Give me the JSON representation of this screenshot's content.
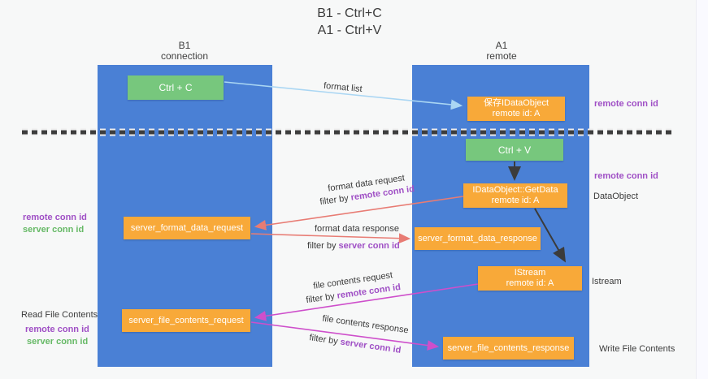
{
  "title": {
    "line1": "B1 - Ctrl+C",
    "line2": "A1 - Ctrl+V"
  },
  "lanes": {
    "left": {
      "name": "B1",
      "role": "connection"
    },
    "right": {
      "name": "A1",
      "role": "remote"
    }
  },
  "boxes": {
    "ctrl_c": {
      "label": "Ctrl + C"
    },
    "ctrl_v": {
      "label": "Ctrl + V"
    },
    "save_idataobject": {
      "line1": "保存IDataObject",
      "line2": "remote id: A"
    },
    "getdata": {
      "line1": "IDataObject::GetData",
      "line2": "remote id: A"
    },
    "istream": {
      "line1": "IStream",
      "line2": "remote id: A"
    },
    "format_request": {
      "label": "server_format_data_request"
    },
    "format_response": {
      "label": "server_format_data_response"
    },
    "file_request": {
      "label": "server_file_contents_request"
    },
    "file_response": {
      "label": "server_file_contents_response"
    }
  },
  "flow_labels": {
    "format_list": "format list",
    "format_data_request": "format data request",
    "format_data_response": "format data response",
    "file_contents_request": "file contents request",
    "file_contents_response": "file contents response",
    "filter_by": "filter by",
    "remote_conn_id": "remote conn id",
    "server_conn_id": "server conn id"
  },
  "side_labels": {
    "remote_conn_id": "remote conn id",
    "server_conn_id": "server conn id",
    "read_file_contents": "Read File Contents",
    "write_file_contents": "Write File Contents",
    "dataobject": "DataObject",
    "istream": "Istream"
  },
  "colors": {
    "lane_blue": "#4a80d5",
    "box_green": "#77c77d",
    "box_orange": "#f8a939",
    "label_purple": "#9f4fc5",
    "label_green": "#66b966",
    "arrow_red": "#e87c74",
    "arrow_magenta": "#ce4fcb",
    "arrow_blue": "#aad6f3",
    "arrow_black": "#3b3b3b",
    "dashed_line": "#3d3d3d"
  }
}
